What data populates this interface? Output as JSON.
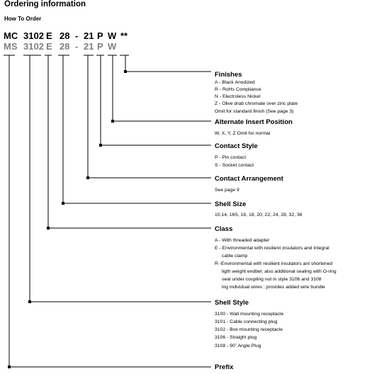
{
  "header": {
    "title": "Ordering information",
    "subtitle": "How To Order"
  },
  "part_number": {
    "example": [
      "MC",
      "3102",
      "E",
      "28",
      "-",
      "21",
      "P",
      "W",
      "**"
    ],
    "standard": [
      "MS",
      "3102",
      "E",
      "28",
      "-",
      "21",
      "P",
      "W"
    ]
  },
  "sections": {
    "finishes": {
      "title": "Finishes",
      "lines": [
        "A - Black Anodized",
        "R - RoHs Compliance",
        "N - Electroless Nickel",
        "Z - Olive drab chromate over zinc plate",
        "Omit for standard finish (See page 3)"
      ]
    },
    "alternate": {
      "title": "Alternate Insert Position",
      "lines": [
        "W, X, Y, Z Omit for normal"
      ]
    },
    "contact_style": {
      "title": "Contact Style",
      "lines": [
        "P - Pin contact",
        "S - Socket contact"
      ]
    },
    "contact_arrangement": {
      "title": "Contact Arrangement",
      "lines": [
        "See page  9"
      ]
    },
    "shell_size": {
      "title": "Shell Size",
      "lines": [
        "10,14, 16S, 16, 18, 20, 22, 24, 28, 32, 36"
      ]
    },
    "class": {
      "title": "Class",
      "lines": [
        "A - With threaded adapter",
        "E - Environmental with resilient insulators and integral",
        "cable clamp",
        "R -Environmental with resilient insulators ant shortened",
        "ligth weight endbel; also additional sealing with O-ring",
        "seal under coupling nut in style 3106 and 3108",
        "ing individual wires ; provides added wire bundle"
      ]
    },
    "shell_style": {
      "title": "Shell Style",
      "lines": [
        "3100 - Wall mounting receptacle",
        "3101 - Cable connecting plug",
        "3102 - Box mounting receptacle",
        "3106 - Straight plug",
        "3108 - 90˚ Angle Plug"
      ]
    },
    "prefix": {
      "title": "Prefix"
    }
  }
}
